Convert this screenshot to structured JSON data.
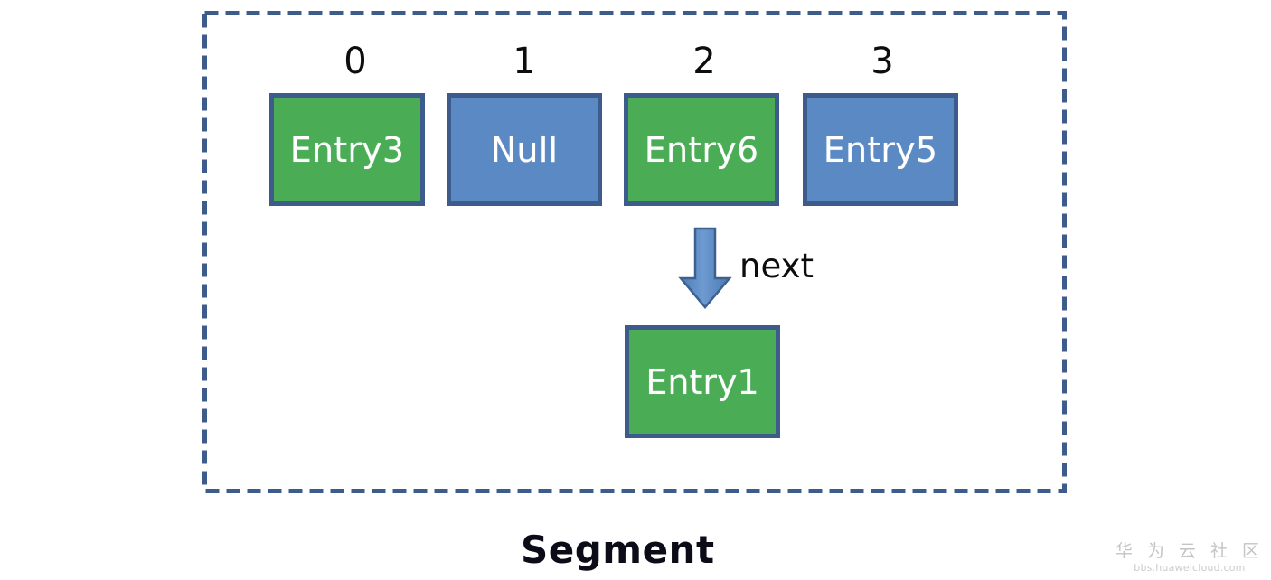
{
  "diagram": {
    "caption": "Segment",
    "container_label": "segment-dashed-container",
    "indices": [
      "0",
      "1",
      "2",
      "3"
    ],
    "buckets": [
      {
        "index": "0",
        "label": "Entry3",
        "fill": "green"
      },
      {
        "index": "1",
        "label": "Null",
        "fill": "blue"
      },
      {
        "index": "2",
        "label": "Entry6",
        "fill": "green"
      },
      {
        "index": "3",
        "label": "Entry5",
        "fill": "blue"
      }
    ],
    "pointer": {
      "label": "next",
      "from_index": "2",
      "direction": "down"
    },
    "child_node": {
      "label": "Entry1",
      "fill": "green"
    }
  },
  "colors": {
    "green_fill": "#4aad55",
    "blue_fill": "#5b89c4",
    "border": "#3d5c8c",
    "dashed_border": "#3d5c8c",
    "arrow_fill": "#5b89c4",
    "arrow_border": "#3d5c8c",
    "text_on_cell": "#ffffff",
    "label_text": "#0d0d0d",
    "background": "#ffffff"
  },
  "watermark": {
    "brand": "华 为 云 社 区",
    "url": "bbs.huaweicloud.com"
  }
}
